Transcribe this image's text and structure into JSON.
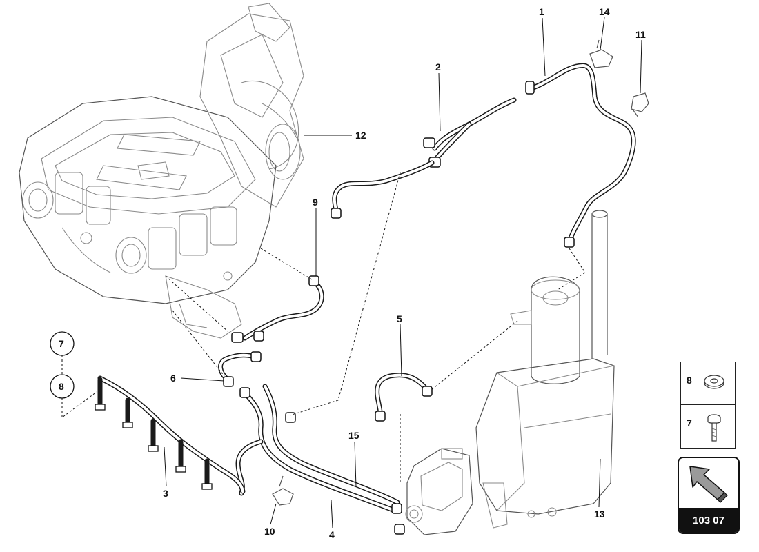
{
  "diagram": {
    "callouts": {
      "c1": "1",
      "c2": "2",
      "c3": "3",
      "c4": "4",
      "c5": "5",
      "c6": "6",
      "c7": "7",
      "c8": "8",
      "c9": "9",
      "c10": "10",
      "c11": "11",
      "c12": "12",
      "c13": "13",
      "c14": "14",
      "c15": "15"
    }
  },
  "legend": {
    "rows": [
      {
        "number": "8",
        "icon": "washer-icon"
      },
      {
        "number": "7",
        "icon": "bolt-icon"
      }
    ]
  },
  "navigation": {
    "code": "103 07",
    "icon": "arrow-up-left-icon"
  }
}
